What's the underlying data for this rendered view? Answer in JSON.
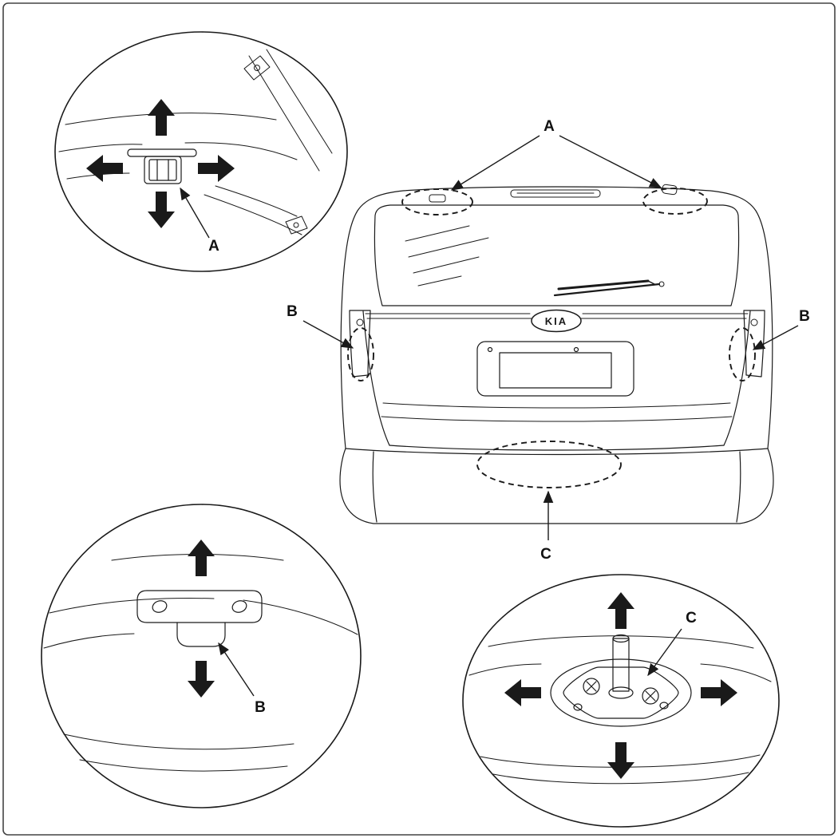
{
  "diagram": {
    "colors": {
      "line": "#1a1a1a",
      "background": "#ffffff"
    }
  },
  "labels": {
    "a_main": "A",
    "a_detail": "A",
    "b_left": "B",
    "b_right": "B",
    "b_detail": "B",
    "c_main": "C",
    "c_detail": "C"
  },
  "vehicle": {
    "badge_text": "KIA"
  }
}
